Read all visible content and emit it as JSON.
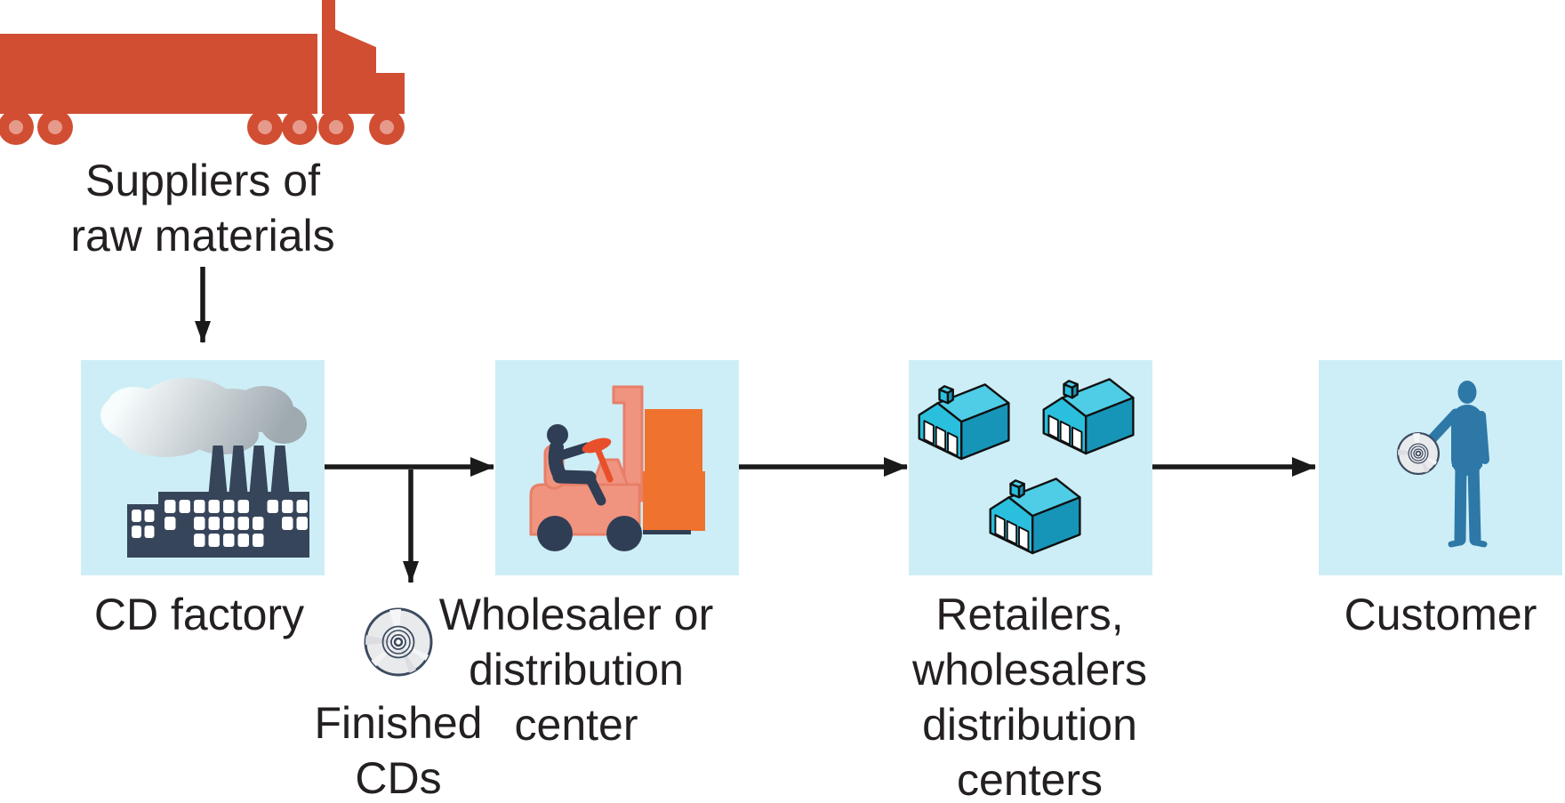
{
  "colors": {
    "background": "#ffffff",
    "stage_box_bg": "#cdeef6",
    "truck_red": "#d14e33",
    "truck_wheel_hub": "#e69a8b",
    "factory_navy": "#37455a",
    "smoke_light": "#f7fcfd",
    "smoke_dark": "#9fa9b0",
    "forklift_salmon": "#f0947f",
    "forklift_outline": "#e87f69",
    "cargo_orange": "#f0722f",
    "steering_wheel_red": "#e8502b",
    "driver_navy": "#2f3e55",
    "warehouse_cyan": "#2abfdd",
    "warehouse_cyan_dark": "#1795b8",
    "warehouse_roof_light": "#4fcde6",
    "customer_blue": "#2e78a8",
    "cd_silver": "#e9eaec",
    "cd_ring_navy": "#3c4b60",
    "arrow_black": "#1a1a1a",
    "label_text": "#242021"
  },
  "supplier": {
    "icon": "truck-icon",
    "label_lines": [
      "Suppliers of",
      "raw materials"
    ]
  },
  "stages": [
    {
      "id": "cd-factory",
      "icon": "factory-icon",
      "label_lines": [
        "CD factory"
      ]
    },
    {
      "id": "wholesaler-distribution-center",
      "icon": "forklift-icon",
      "label_lines": [
        "Wholesaler or",
        "distribution",
        "center"
      ]
    },
    {
      "id": "retailers-wholesalers-distribution-centers",
      "icon": "warehouses-icon",
      "label_lines": [
        "Retailers,",
        "wholesalers",
        "distribution",
        "centers"
      ]
    },
    {
      "id": "customer",
      "icon": "person-holding-cd-icon",
      "label_lines": [
        "Customer"
      ]
    }
  ],
  "byproduct": {
    "icon": "cd-icon",
    "label_lines": [
      "Finished",
      "CDs"
    ]
  },
  "connections": [
    {
      "from": "suppliers-of-raw-materials",
      "to": "cd-factory"
    },
    {
      "from": "cd-factory",
      "to": "wholesaler-distribution-center"
    },
    {
      "from": "cd-factory",
      "to": "finished-cds"
    },
    {
      "from": "wholesaler-distribution-center",
      "to": "retailers-wholesalers-distribution-centers"
    },
    {
      "from": "retailers-wholesalers-distribution-centers",
      "to": "customer"
    }
  ]
}
